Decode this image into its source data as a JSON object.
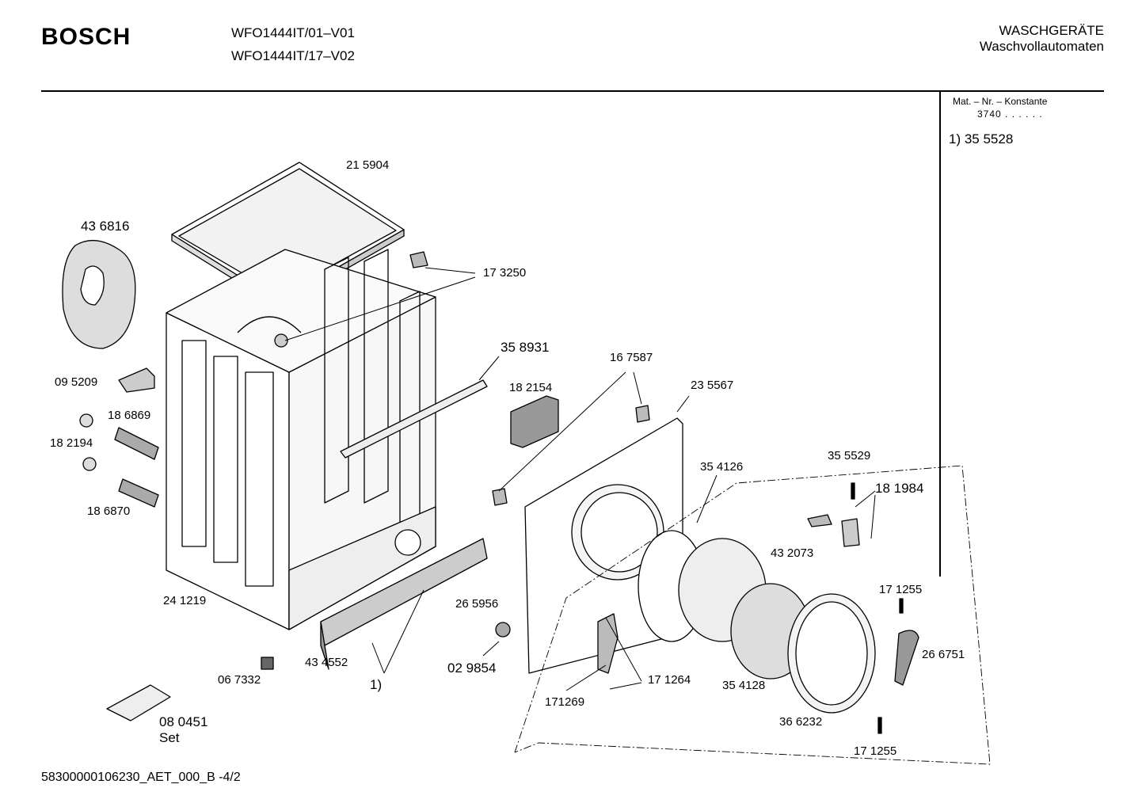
{
  "header": {
    "brand": "BOSCH",
    "models": [
      "WFO1444IT/01–V01",
      "WFO1444IT/17–V02"
    ],
    "category": "WASCHGERÄTE",
    "subcategory": "Waschvollautomaten"
  },
  "side_panel": {
    "mat_label": "Mat. – Nr. – Konstante",
    "mat_constant": "3740 . .   . . . .",
    "footnote": "1)  35 5528"
  },
  "labels": {
    "p215904": "21 5904",
    "p436816": "43 6816",
    "p173250": "17 3250",
    "p358931": "35 8931",
    "p167587": "16 7587",
    "p095209": "09 5209",
    "p182154": "18 2154",
    "p235567": "23 5567",
    "p186869": "18 6869",
    "p182194": "18 2194",
    "p186870": "18 6870",
    "p354126": "35 4126",
    "p355529": "35 5529",
    "p181984": "18 1984",
    "p432073": "43 2073",
    "p241219": "24 1219",
    "p265956": "26 5956",
    "p171255a": "17 1255",
    "p266751": "26 6751",
    "p434552": "43 4552",
    "p029854": "02 9854",
    "p067332": "06 7332",
    "p1note": "1)",
    "p171264": "17 1264",
    "p171269": "171269",
    "p354128": "35 4128",
    "p366232": "36 6232",
    "p171255b": "17 1255",
    "p080451": "08 0451",
    "pset": "Set"
  },
  "footer": {
    "doc_id": "58300000106230_AET_000_B   -4/2"
  }
}
